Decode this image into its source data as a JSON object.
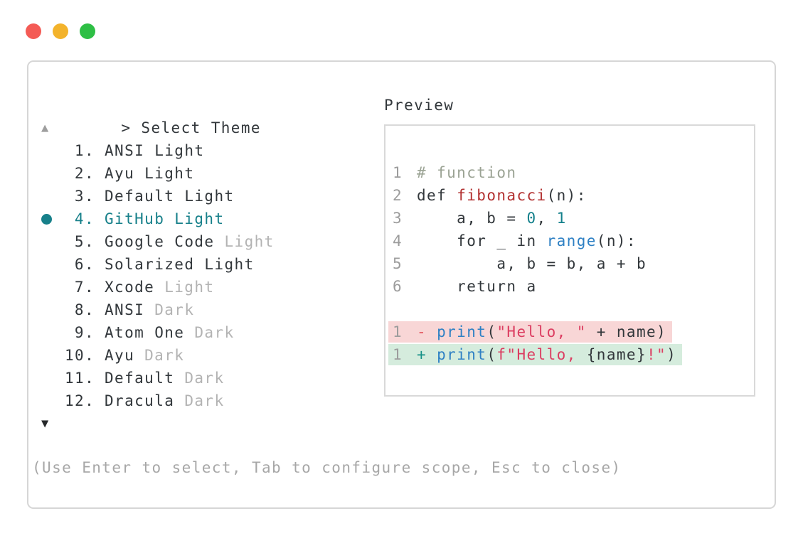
{
  "colors": {
    "selection": "#17808a",
    "diff_removed_bg": "#f8d6d6",
    "diff_added_bg": "#d5ecdd",
    "traffic_red": "#f45b55",
    "traffic_yellow": "#f3b32c",
    "traffic_green": "#2ebf45"
  },
  "left_panel": {
    "prompt_symbol": ">",
    "title": "Select Theme",
    "scroll_up_symbol": "▲",
    "scroll_down_symbol": "▼",
    "items": [
      {
        "number": "1.",
        "name": "ANSI",
        "variant": "Light",
        "variant_muted": false,
        "selected": false
      },
      {
        "number": "2.",
        "name": "Ayu",
        "variant": "Light",
        "variant_muted": false,
        "selected": false
      },
      {
        "number": "3.",
        "name": "Default",
        "variant": "Light",
        "variant_muted": false,
        "selected": false
      },
      {
        "number": "4.",
        "name": "GitHub",
        "variant": "Light",
        "variant_muted": false,
        "selected": true
      },
      {
        "number": "5.",
        "name": "Google Code",
        "variant": "Light",
        "variant_muted": true,
        "selected": false
      },
      {
        "number": "6.",
        "name": "Solarized",
        "variant": "Light",
        "variant_muted": false,
        "selected": false
      },
      {
        "number": "7.",
        "name": "Xcode",
        "variant": "Light",
        "variant_muted": true,
        "selected": false
      },
      {
        "number": "8.",
        "name": "ANSI",
        "variant": "Dark",
        "variant_muted": true,
        "selected": false
      },
      {
        "number": "9.",
        "name": "Atom One",
        "variant": "Dark",
        "variant_muted": true,
        "selected": false
      },
      {
        "number": "10.",
        "name": "Ayu",
        "variant": "Dark",
        "variant_muted": true,
        "selected": false
      },
      {
        "number": "11.",
        "name": "Default",
        "variant": "Dark",
        "variant_muted": true,
        "selected": false
      },
      {
        "number": "12.",
        "name": "Dracula",
        "variant": "Dark",
        "variant_muted": true,
        "selected": false
      }
    ]
  },
  "preview": {
    "title": "Preview",
    "code_lines": [
      {
        "no": "1",
        "bg": null,
        "segments": [
          {
            "c": "comment",
            "t": "# function"
          }
        ]
      },
      {
        "no": "2",
        "bg": null,
        "segments": [
          {
            "c": "default",
            "t": "def "
          },
          {
            "c": "function",
            "t": "fibonacci"
          },
          {
            "c": "default",
            "t": "(n):"
          }
        ]
      },
      {
        "no": "3",
        "bg": null,
        "segments": [
          {
            "c": "default",
            "t": "    a, b = "
          },
          {
            "c": "number",
            "t": "0"
          },
          {
            "c": "default",
            "t": ", "
          },
          {
            "c": "number",
            "t": "1"
          }
        ]
      },
      {
        "no": "4",
        "bg": null,
        "segments": [
          {
            "c": "default",
            "t": "    for _ in "
          },
          {
            "c": "builtin",
            "t": "range"
          },
          {
            "c": "default",
            "t": "(n):"
          }
        ]
      },
      {
        "no": "5",
        "bg": null,
        "segments": [
          {
            "c": "default",
            "t": "        a, b = b, a + b"
          }
        ]
      },
      {
        "no": "6",
        "bg": null,
        "segments": [
          {
            "c": "default",
            "t": "    return a"
          }
        ]
      },
      {
        "no": "",
        "bg": null,
        "segments": []
      },
      {
        "no": "1",
        "bg": "removed",
        "segments": [
          {
            "c": "diff-minus",
            "t": "- "
          },
          {
            "c": "builtin",
            "t": "print"
          },
          {
            "c": "default",
            "t": "("
          },
          {
            "c": "string",
            "t": "\"Hello, \""
          },
          {
            "c": "default",
            "t": " + name)"
          }
        ]
      },
      {
        "no": "1",
        "bg": "added",
        "segments": [
          {
            "c": "diff-plus",
            "t": "+ "
          },
          {
            "c": "builtin",
            "t": "print"
          },
          {
            "c": "default",
            "t": "("
          },
          {
            "c": "string",
            "t": "f\"Hello, "
          },
          {
            "c": "default",
            "t": "{name}"
          },
          {
            "c": "string",
            "t": "!\""
          },
          {
            "c": "default",
            "t": ")"
          }
        ]
      }
    ]
  },
  "help_text": "(Use Enter to select, Tab to configure scope, Esc to close)"
}
